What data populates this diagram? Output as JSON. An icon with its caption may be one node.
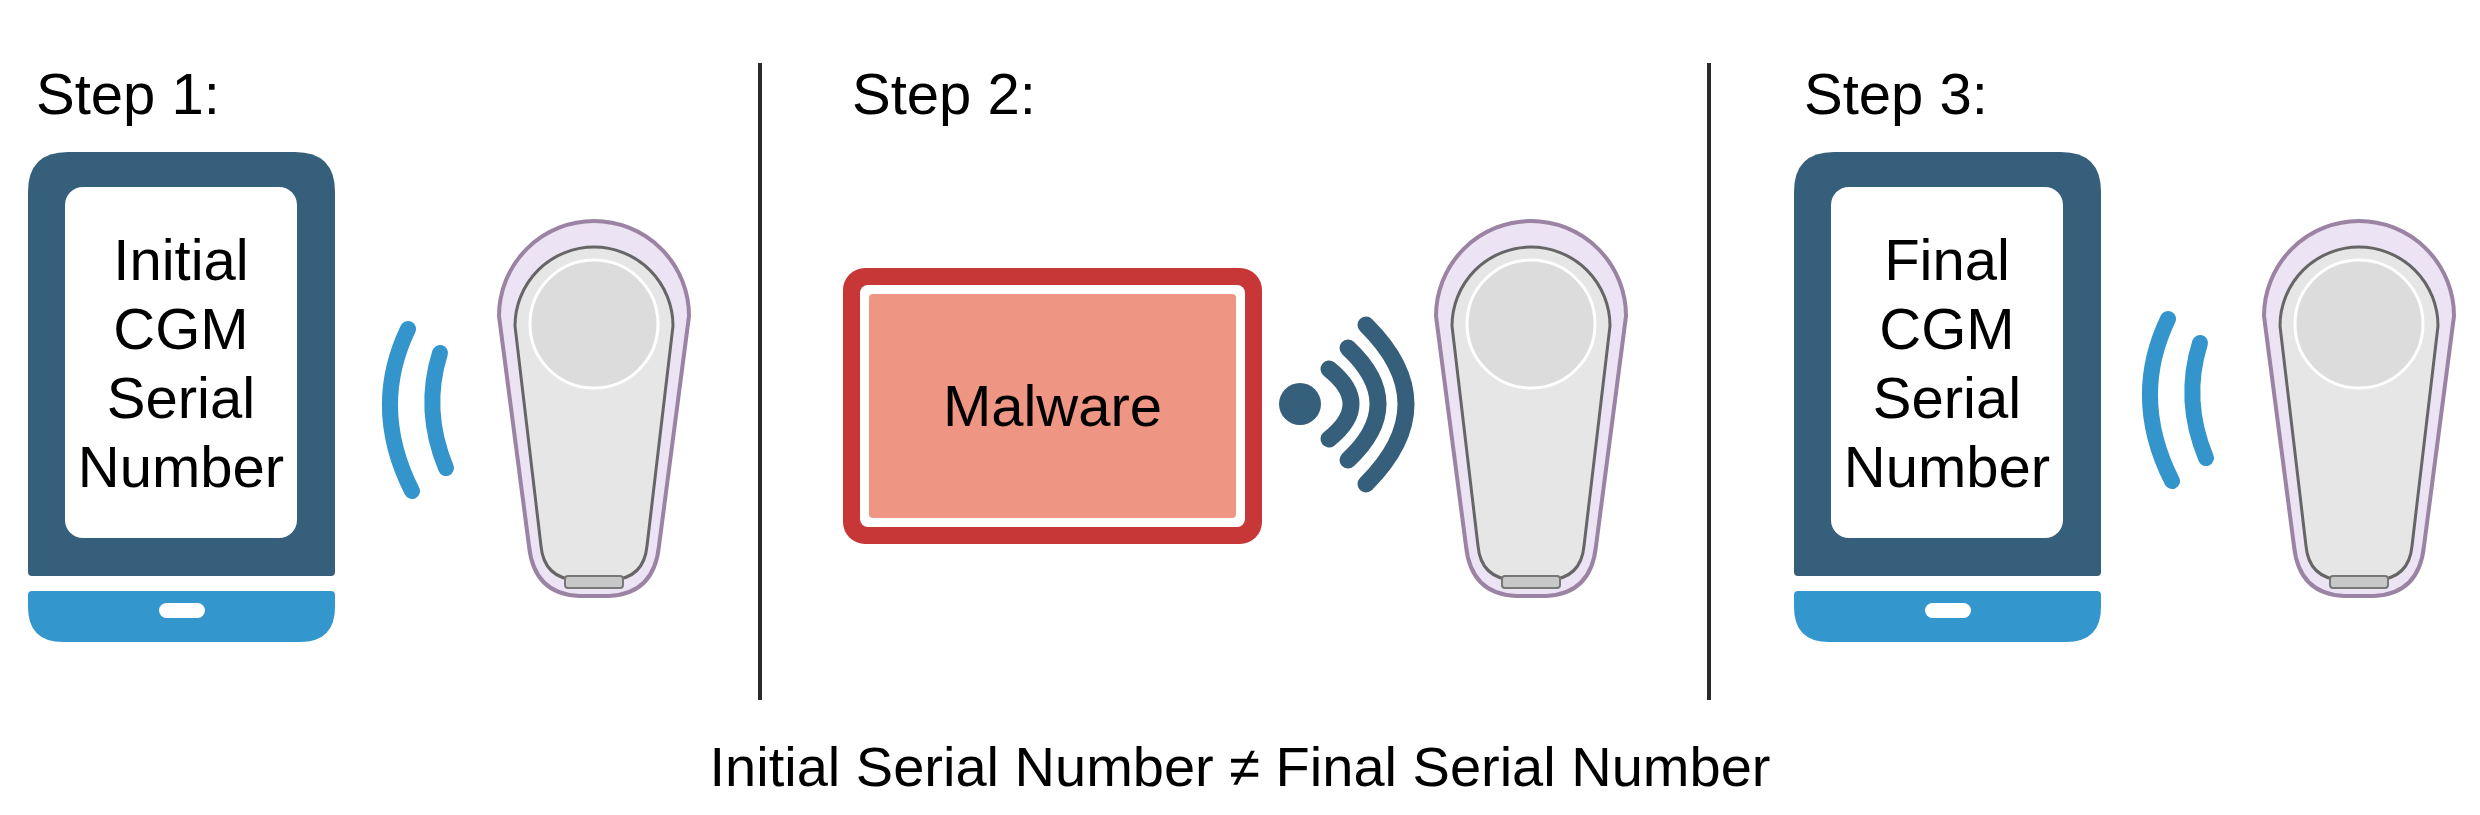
{
  "diagram": {
    "caption": "Initial Serial Number ≠ Final Serial Number",
    "nodes": [
      {
        "text": [
          "Initial CGM Serial Number"
        ]
      },
      {
        "text": [
          "Malware"
        ]
      },
      {
        "text": [
          "Final CGM Serial Number"
        ]
      }
    ],
    "labels": [
      "Step 1:",
      "Step 2:",
      "Step 3:"
    ]
  }
}
